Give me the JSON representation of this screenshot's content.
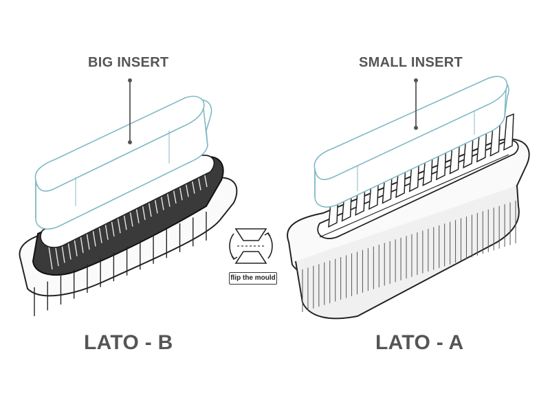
{
  "labels": {
    "big_insert": "BIG INSERT",
    "small_insert": "SMALL INSERT",
    "side_b": "LATO - B",
    "side_a": "LATO - A",
    "flip": "flip the mould"
  },
  "colors": {
    "insert_stroke": "#7fb8c4",
    "outline": "#222222",
    "label_text": "#555555"
  },
  "icons": {
    "flip": "flip-arrows-icon"
  }
}
